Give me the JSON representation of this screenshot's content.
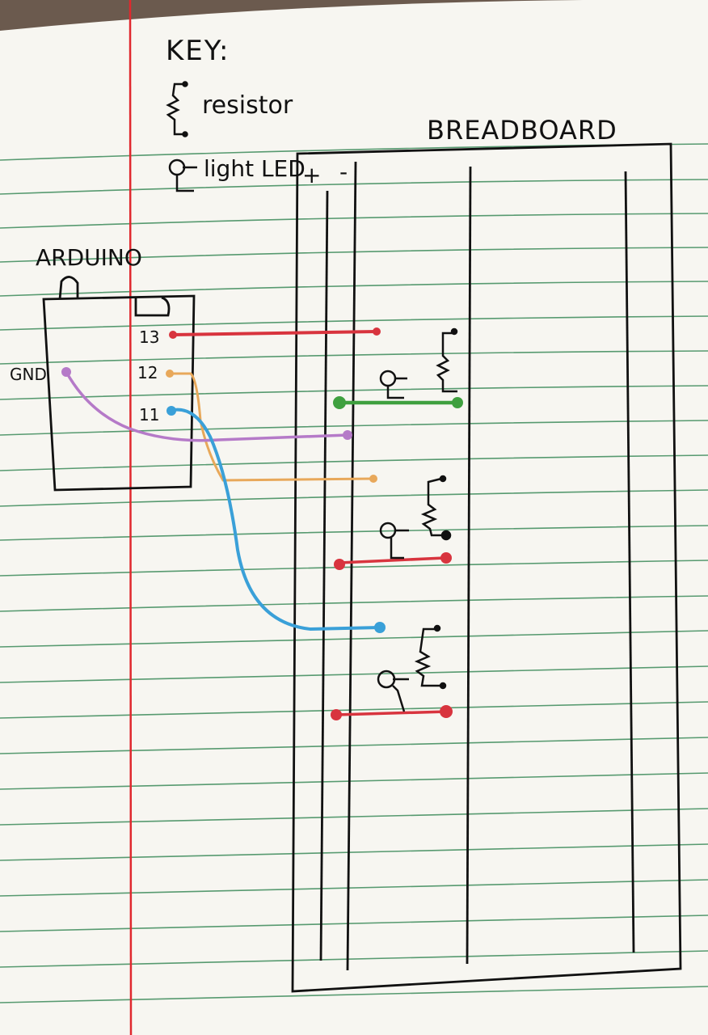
{
  "key": {
    "title": "KEY:",
    "resistor_label": "resistor",
    "led_label": "light LED"
  },
  "breadboard": {
    "title": "BREADBOARD",
    "plus_label": "+",
    "minus_label": "-"
  },
  "arduino": {
    "title": "ARDUINO",
    "pins": {
      "gnd": "GND",
      "p13": "13",
      "p12": "12",
      "p11": "11"
    }
  },
  "colors": {
    "paper": "#f7f6f1",
    "rule_line": "#3c8a5a",
    "margin_line": "#e0282e",
    "ink": "#111111",
    "wire_red": "#d8343e",
    "wire_orange": "#e8a85a",
    "wire_purple": "#b57ac8",
    "wire_blue": "#3aa0d8",
    "wire_green": "#3fa03f"
  }
}
